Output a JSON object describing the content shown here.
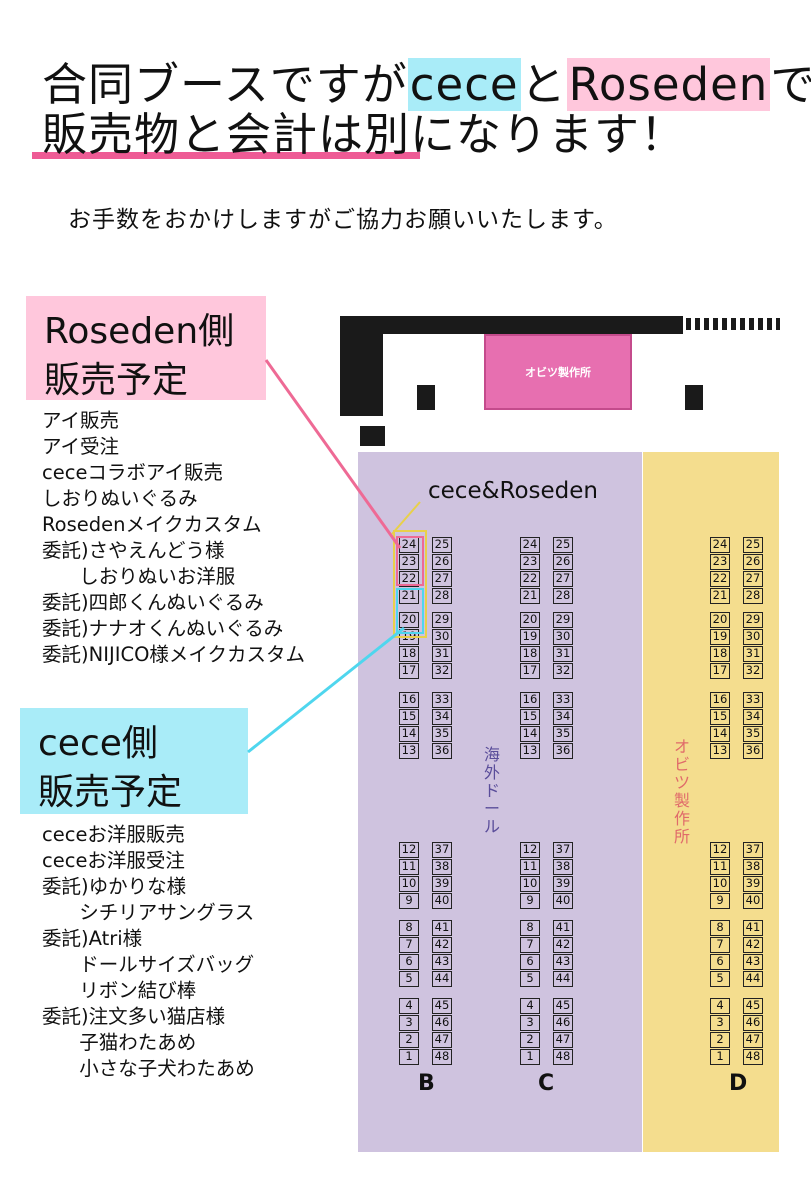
{
  "header": {
    "line1": {
      "prefix": "合同ブースですが",
      "brand_a": "cece",
      "connector": "と",
      "brand_b": "Roseden",
      "suffix": "で"
    },
    "line2": {
      "emphasis": "販売物と会計は別",
      "rest": "になります！"
    },
    "subtitle": "お手数をおかけしますがご協力お願いいたします。"
  },
  "rose_side": {
    "title_line1": "Roseden側",
    "title_line2": "販売予定",
    "items": [
      "アイ販売",
      "アイ受注",
      "ceceコラボアイ販売",
      "しおりぬいぐるみ",
      "Rosedenメイクカスタム",
      "委託)さやえんどう様",
      "      しおりぬいお洋服",
      "委託)四郎くんぬいぐるみ",
      "委託)ナナオくんぬいぐるみ",
      "委託)NIJICO様メイクカスタム"
    ]
  },
  "cece_side": {
    "title_line1": "cece側",
    "title_line2": "販売予定",
    "items": [
      "ceceお洋服販売",
      "ceceお洋服受注",
      "委託)ゆかりな様",
      "      シチリアサングラス",
      "委託)Atri様",
      "      ドールサイズバッグ",
      "      リボン結び棒",
      "委託)注文多い猫店様",
      "      子猫わたあめ",
      "      小さな子犬わたあめ"
    ]
  },
  "map": {
    "top_stage_label": "オビツ製作所",
    "booth_callout": "cece&Roseden",
    "zone_purple_label": "海外ドール",
    "zone_yellow_label": "オビツ製作所",
    "column_labels": [
      "B",
      "C",
      "D"
    ],
    "booth_pairs": [
      [
        "24",
        "25"
      ],
      [
        "23",
        "26"
      ],
      [
        "22",
        "27"
      ],
      [
        "21",
        "28"
      ],
      [
        "20",
        "29"
      ],
      [
        "19",
        "30"
      ],
      [
        "18",
        "31"
      ],
      [
        "17",
        "32"
      ],
      [
        "16",
        "33"
      ],
      [
        "15",
        "34"
      ],
      [
        "14",
        "35"
      ],
      [
        "13",
        "36"
      ],
      [
        "12",
        "37"
      ],
      [
        "11",
        "38"
      ],
      [
        "10",
        "39"
      ],
      [
        "9",
        "40"
      ],
      [
        "8",
        "41"
      ],
      [
        "7",
        "42"
      ],
      [
        "6",
        "43"
      ],
      [
        "5",
        "44"
      ],
      [
        "4",
        "45"
      ],
      [
        "3",
        "46"
      ],
      [
        "2",
        "47"
      ],
      [
        "1",
        "48"
      ]
    ],
    "colors": {
      "purple_zone": "#cfc3df",
      "yellow_zone": "#f4dd8e",
      "stage": "#e76fb0",
      "rose_highlight": "#ffc7dc",
      "cece_highlight": "#a9ecf8",
      "pink_line": "#ee6a95",
      "cyan_line": "#4fd6ee",
      "booth_outline": "#e8d04a"
    }
  }
}
